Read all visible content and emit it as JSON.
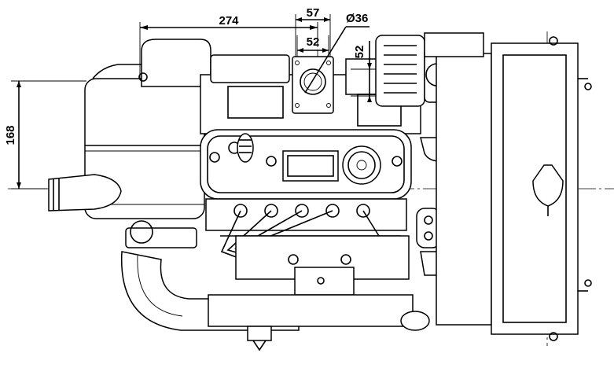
{
  "dimensions": {
    "top_width": "274",
    "outer_width": "57",
    "inner_width": "52",
    "bore_diameter": "Ø36",
    "side_height": "52",
    "left_height": "168"
  },
  "colors": {
    "line": "#000000",
    "background": "#ffffff"
  }
}
